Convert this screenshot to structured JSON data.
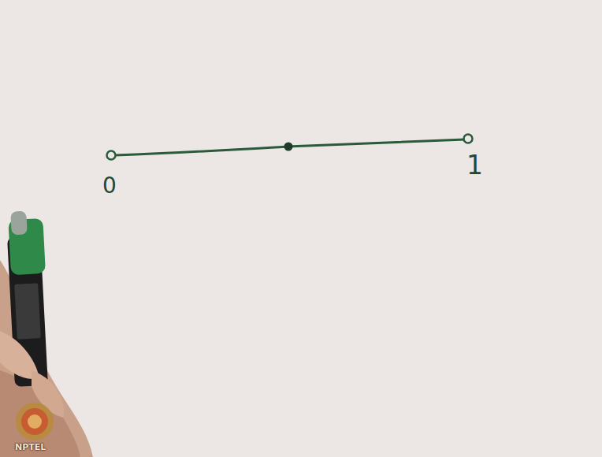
{
  "diagram": {
    "labels": [
      "0",
      "1",
      "NPTEL"
    ]
  }
}
